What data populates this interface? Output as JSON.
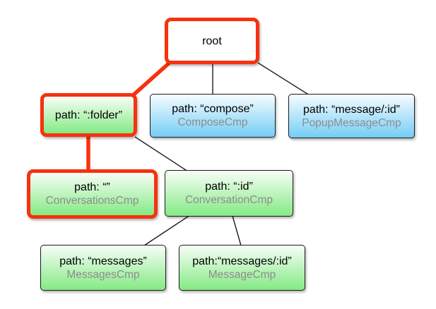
{
  "colors": {
    "highlight": "#f8310e",
    "edge": "#1c1c1c",
    "green_top": "#f4fdf4",
    "green_bottom": "#84ea84",
    "blue_top": "#f3fbff",
    "blue_bottom": "#74cdf5",
    "path_text": "#000000",
    "component_text": "#8c8c8c",
    "root_fill": "#ffffff"
  },
  "nodes": {
    "root": {
      "label": "root"
    },
    "folder": {
      "path": "path: “:folder”"
    },
    "compose": {
      "path": "path: “compose”",
      "component": "ComposeCmp"
    },
    "popup_message": {
      "path": "path: “message/:id”",
      "component": "PopupMessageCmp"
    },
    "conversations": {
      "path": "path: “”",
      "component": "ConversationsCmp"
    },
    "conversation": {
      "path": "path: “:id”",
      "component": "ConversationCmp"
    },
    "messages": {
      "path": "path: “messages”",
      "component": "MessagesCmp"
    },
    "message": {
      "path": "path:“messages/:id”",
      "component": "MessageCmp"
    }
  }
}
